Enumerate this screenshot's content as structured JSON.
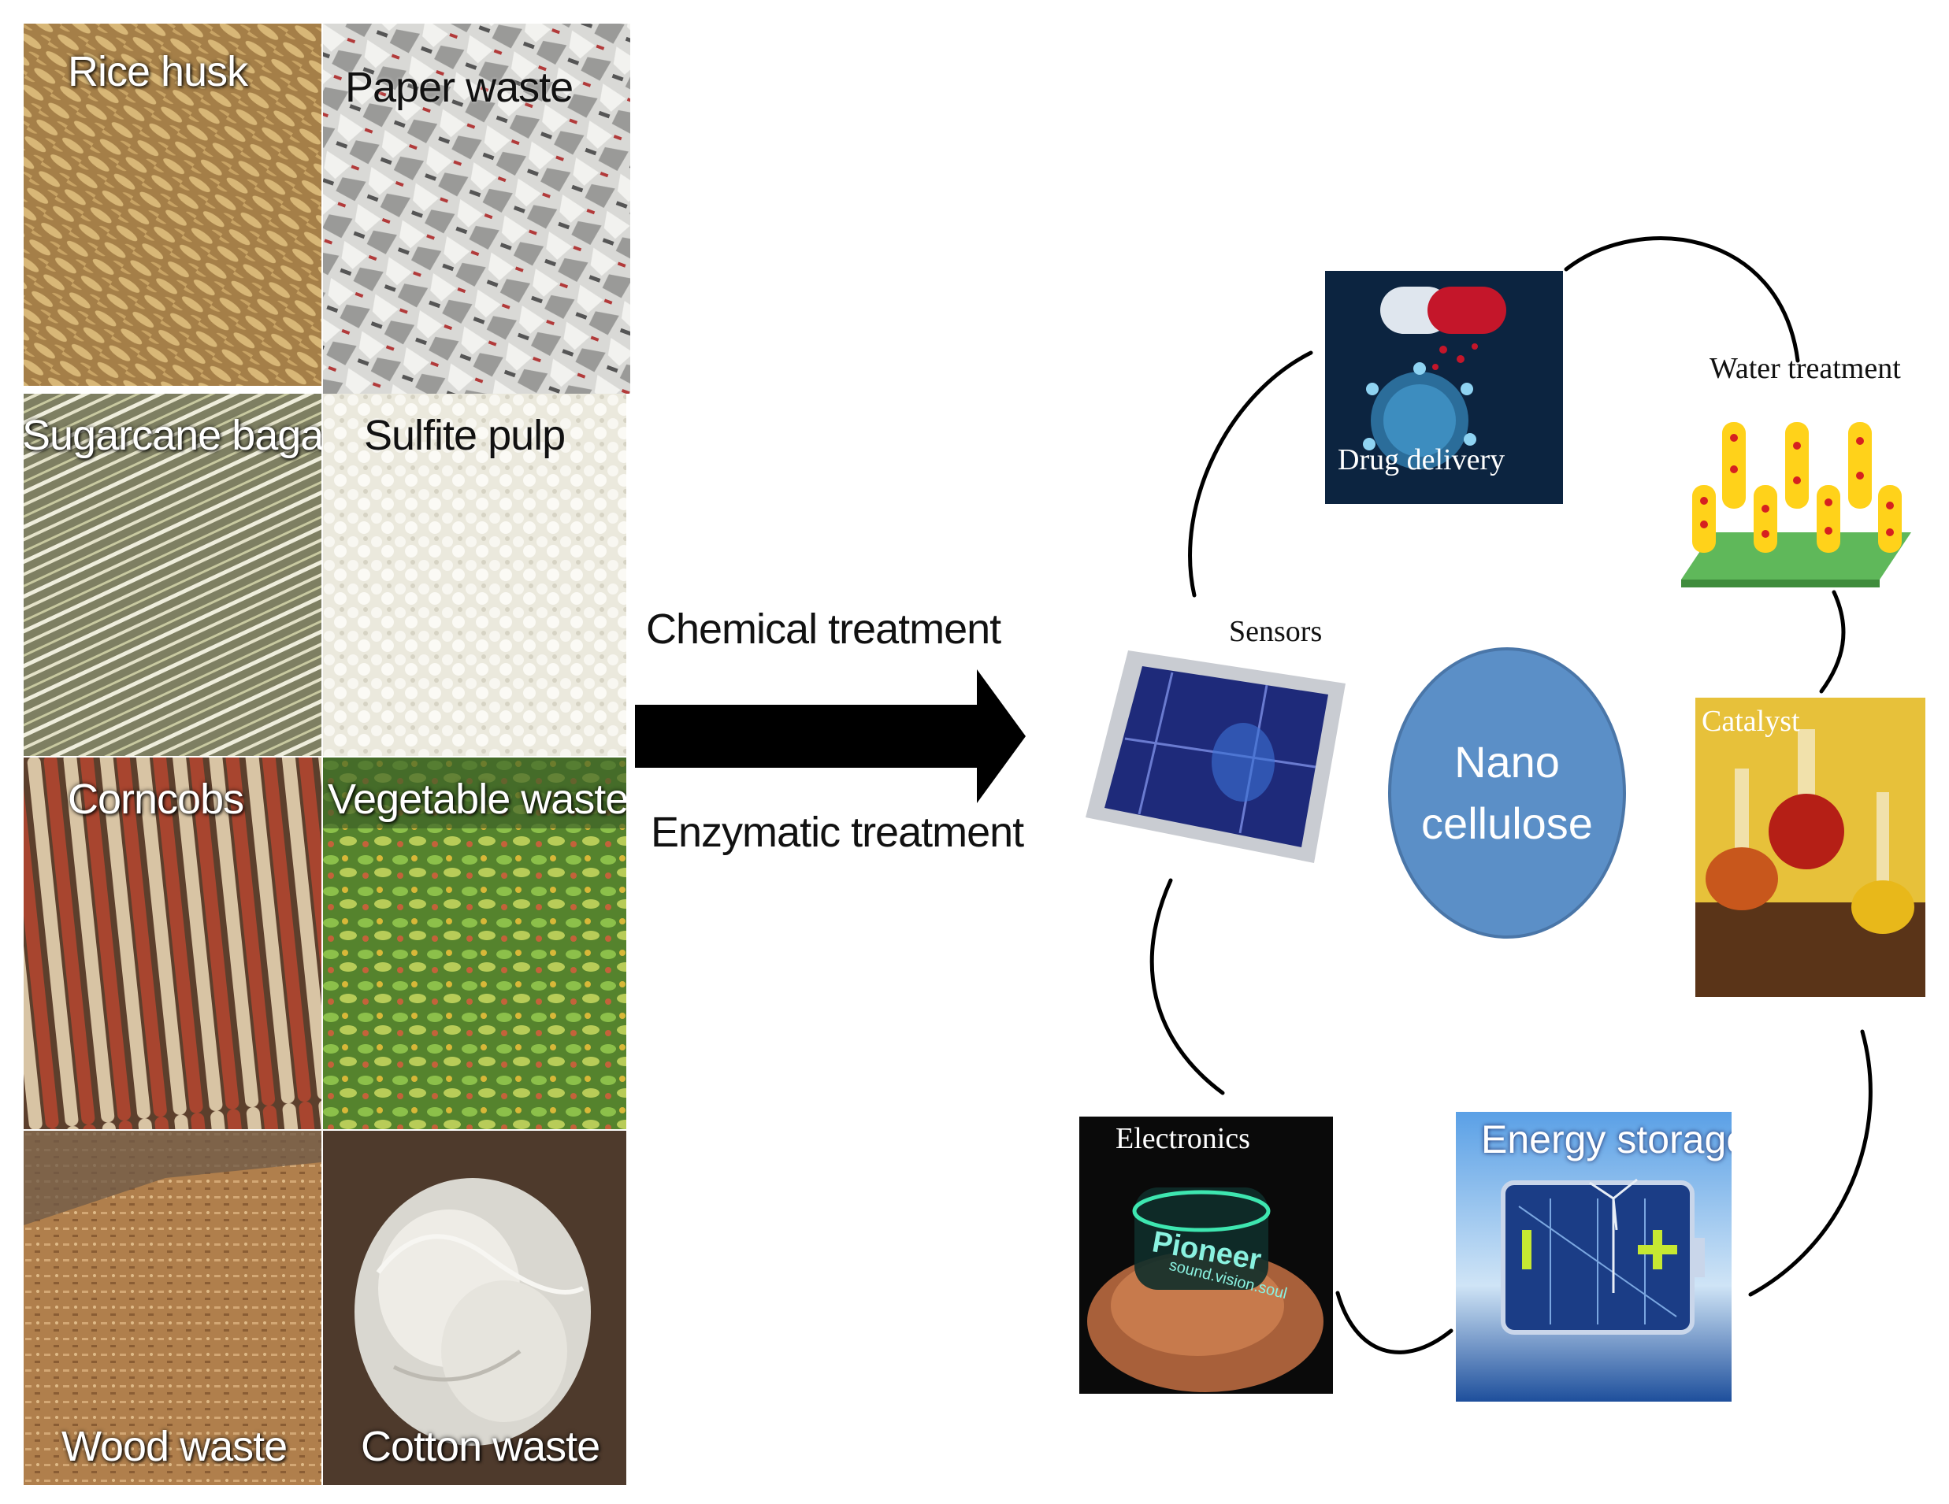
{
  "sources": [
    {
      "id": "rice-husk",
      "label": "Rice husk"
    },
    {
      "id": "paper-waste",
      "label": "Paper waste"
    },
    {
      "id": "sugarcane-bagasse",
      "label": "Sugarcane bagasse"
    },
    {
      "id": "sulfite-pulp",
      "label": "Sulfite pulp"
    },
    {
      "id": "corncobs",
      "label": "Corncobs"
    },
    {
      "id": "vegetable-waste",
      "label": "Vegetable waste"
    },
    {
      "id": "wood-waste",
      "label": "Wood waste"
    },
    {
      "id": "cotton-waste",
      "label": "Cotton waste"
    }
  ],
  "treatments": {
    "top": "Chemical treatment",
    "bottom": "Enzymatic treatment"
  },
  "center": {
    "line1": "Nano",
    "line2": "cellulose",
    "color": "#5b8fc7"
  },
  "applications": [
    {
      "id": "drug-delivery",
      "label": "Drug delivery"
    },
    {
      "id": "water-treatment",
      "label": "Water treatment"
    },
    {
      "id": "sensors",
      "label": "Sensors"
    },
    {
      "id": "catalyst",
      "label": "Catalyst"
    },
    {
      "id": "electronics",
      "label": "Electronics",
      "logo_text": "Pioneer",
      "logo_subtext": "sound.vision.soul"
    },
    {
      "id": "energy-storage",
      "label": "Energy storage"
    }
  ]
}
